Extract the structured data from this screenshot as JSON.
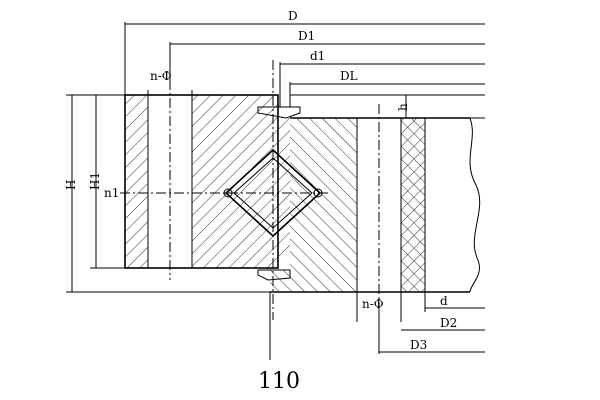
{
  "labels": {
    "D": "D",
    "D1": "D1",
    "d1": "d1",
    "DL": "DL",
    "h": "h",
    "H": "H",
    "H1": "H1",
    "n1": "n1",
    "n_phi_top": "n-Φ",
    "n_phi_bottom": "n-Φ",
    "d": "d",
    "D2": "D2",
    "D3": "D3"
  },
  "caption": "110"
}
